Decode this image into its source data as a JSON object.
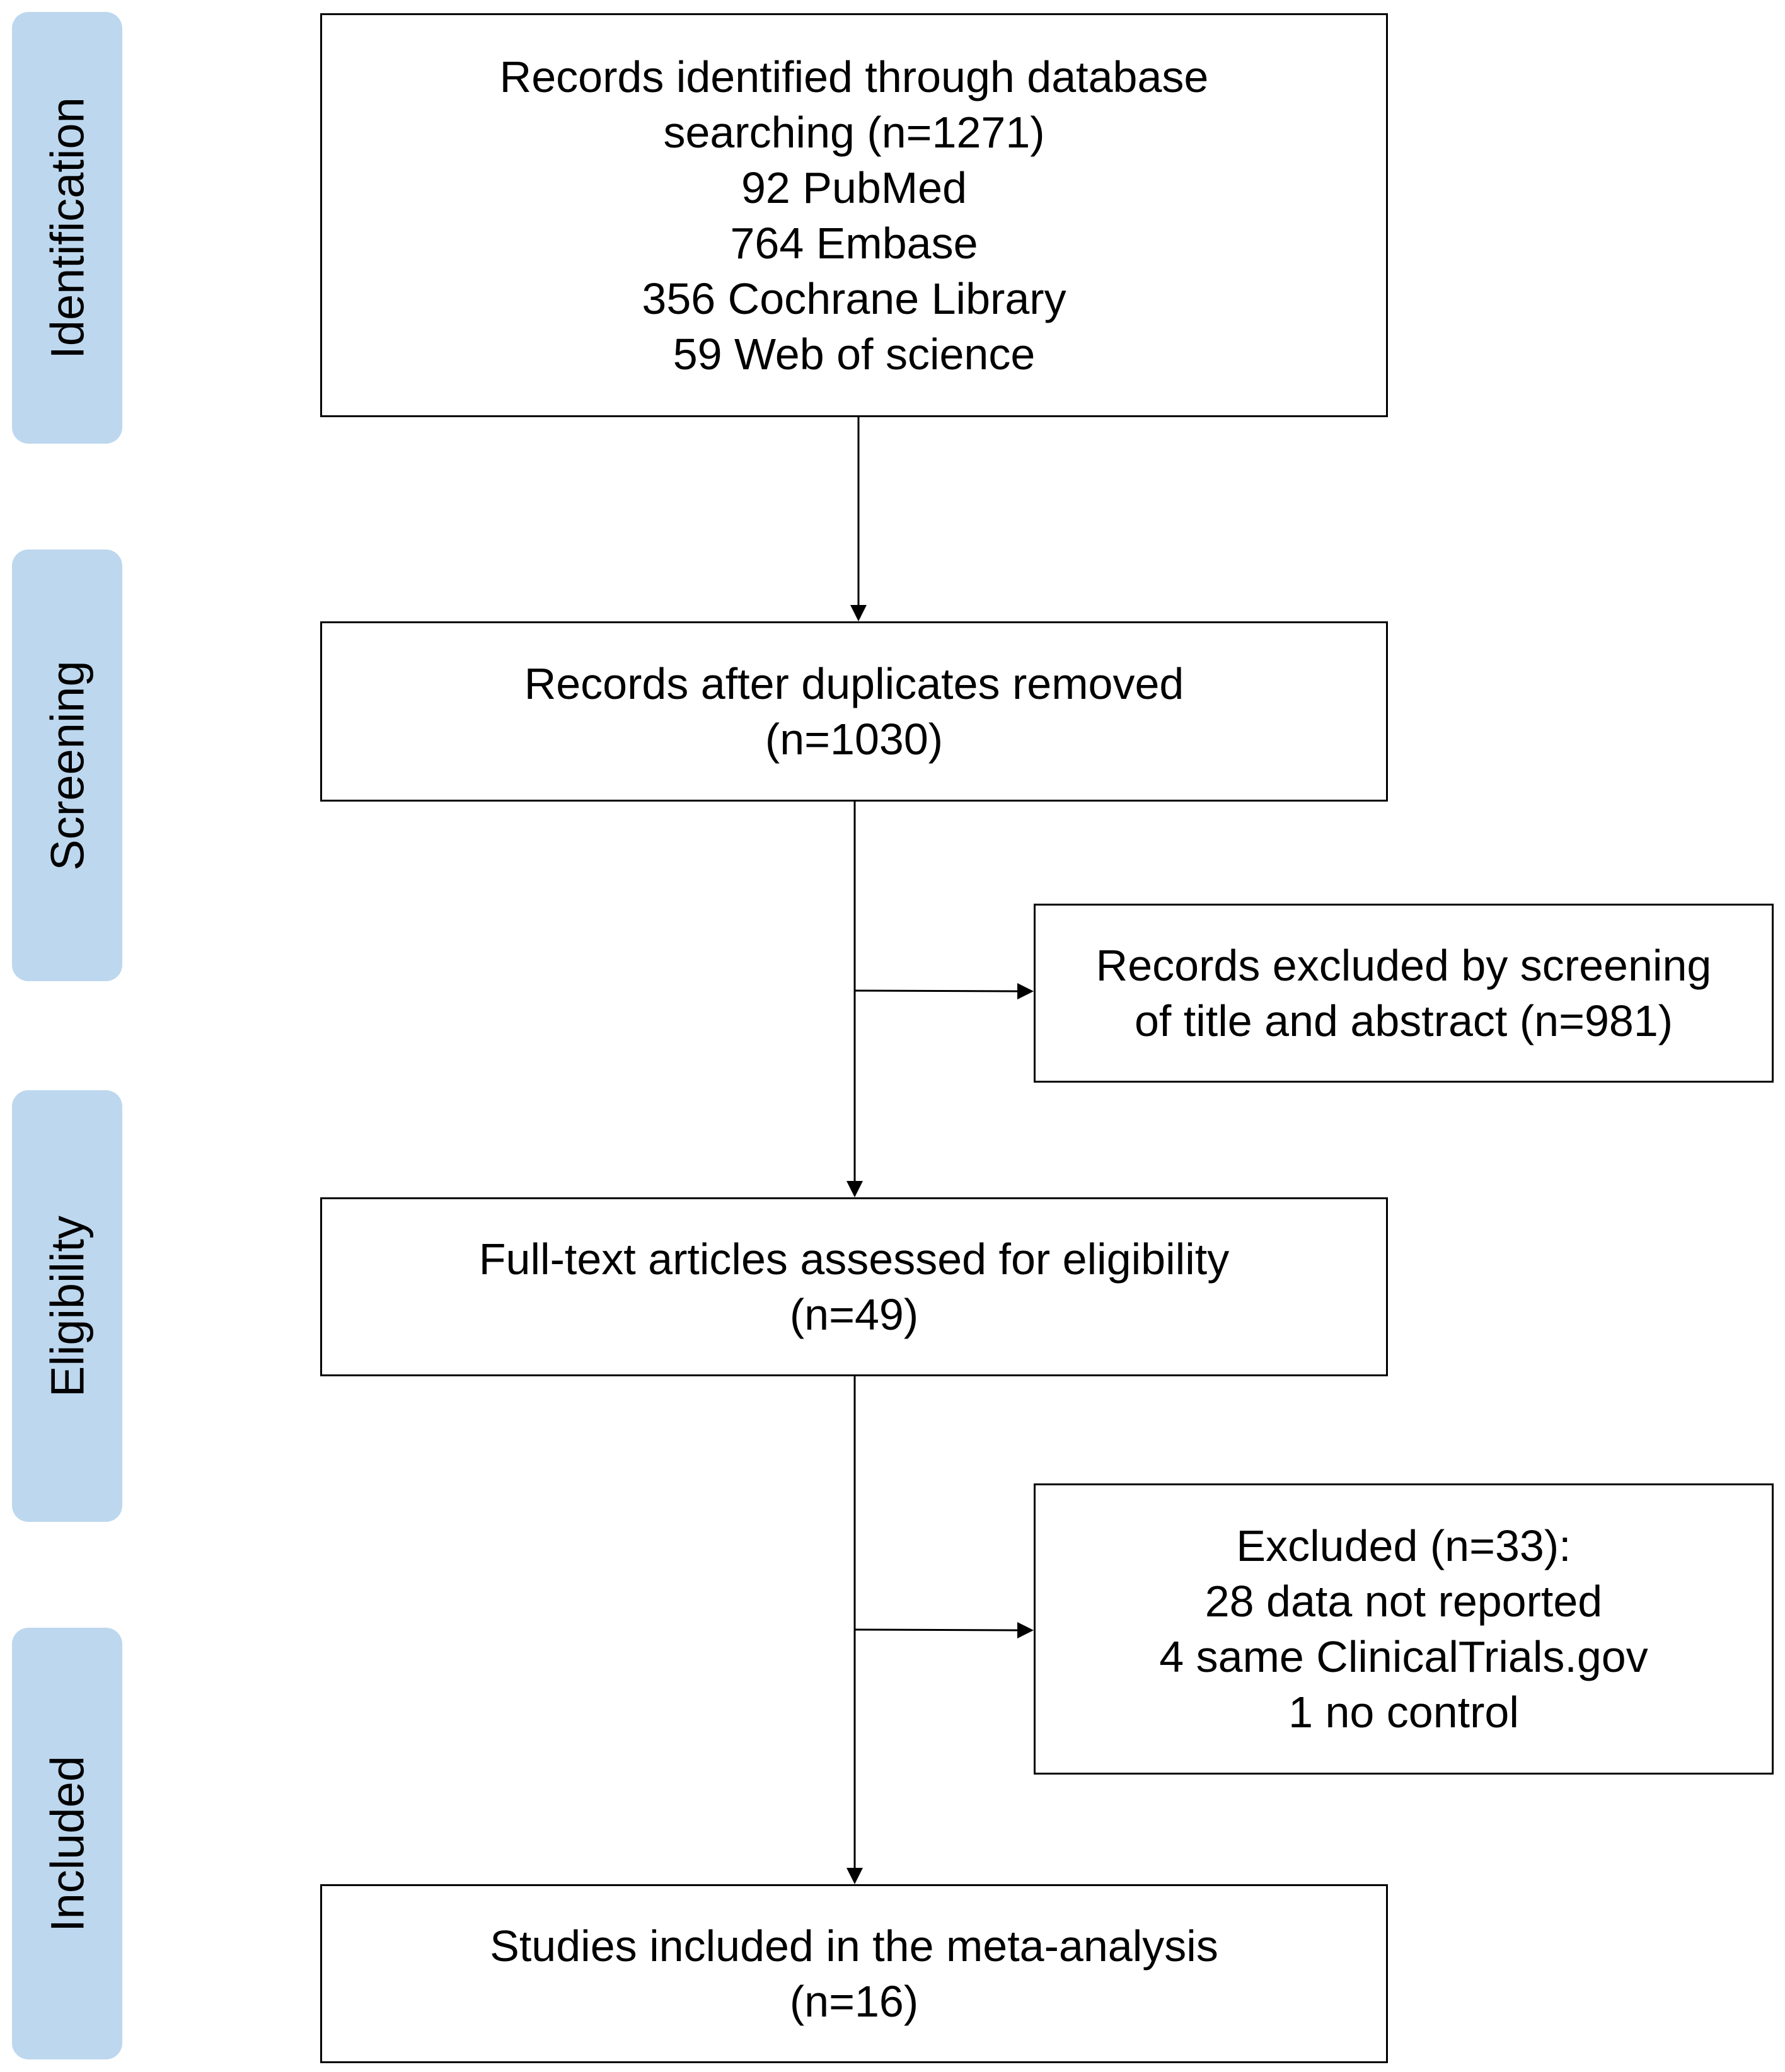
{
  "stages": [
    {
      "label": "Identification"
    },
    {
      "label": "Screening"
    },
    {
      "label": "Eligibility"
    },
    {
      "label": "Included"
    }
  ],
  "boxes": {
    "identified": {
      "lines": [
        "Records identified through database",
        "searching (n=1271)",
        "92 PubMed",
        "764 Embase",
        "356 Cochrane Library",
        "59 Web of science"
      ]
    },
    "after_duplicates": {
      "lines": [
        "Records after duplicates removed",
        "(n=1030)"
      ]
    },
    "excluded_screening": {
      "lines": [
        "Records excluded by screening",
        "of title and abstract (n=981)"
      ]
    },
    "full_text": {
      "lines": [
        "Full-text articles assessed for eligibility",
        "(n=49)"
      ]
    },
    "excluded_full_text": {
      "lines": [
        "Excluded (n=33):",
        "28 data not reported",
        "4 same ClinicalTrials.gov",
        "1 no control"
      ]
    },
    "included": {
      "lines": [
        "Studies included in the meta-analysis",
        "(n=16)"
      ]
    }
  },
  "colors": {
    "stage_fill": "#bdd7ee",
    "box_border": "#000000",
    "arrow": "#000000"
  }
}
